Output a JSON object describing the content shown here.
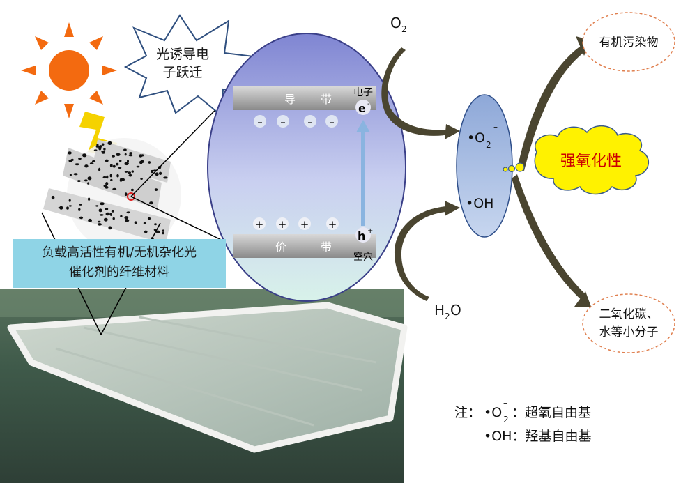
{
  "burst_label": [
    "光诱导电",
    "子跃迁"
  ],
  "conduction_band": [
    "导",
    "带"
  ],
  "valence_band": [
    "价",
    "带"
  ],
  "electron_label": "电子",
  "electron_symbol": "e",
  "electron_sup": "-",
  "hole_label": "空穴",
  "hole_symbol": "h",
  "hole_sup": "+",
  "electron_charges": [
    "–",
    "–",
    "–",
    "–"
  ],
  "hole_charges": [
    "+",
    "+",
    "+",
    "+"
  ],
  "oxygen": {
    "base": "O",
    "sub": "2"
  },
  "water": {
    "base": "H",
    "sub": "2",
    "tail": "O"
  },
  "superoxide": {
    "dot": "•",
    "base": "O",
    "sub": "2",
    "sup": "–"
  },
  "hydroxyl": "•OH",
  "strong_oxidation": "强氧化性",
  "organic_pollutant": "有机污染物",
  "small_molecules": [
    "二氧化碳、",
    "水等小分子"
  ],
  "fiber_label": [
    "负载高活性有机/无机杂化光",
    "催化剂的纤维材料"
  ],
  "note": {
    "prefix": "注：",
    "line1_dot": "•O",
    "line1_sub": "2",
    "line1_sup": "–",
    "line1_text": "：超氧自由基",
    "line2": "•OH：羟基自由基"
  },
  "colors": {
    "sun": "#f36a10",
    "lightning": "#f5d200",
    "cloud": "#fff200",
    "strong_text": "#cc0000",
    "ellipse_top": "#8a8fd6",
    "ellipse_bottom": "#d9f0ee",
    "arrow": "#4a4530",
    "dashed_circle": "#e08050",
    "fiber_box": "#8fd4e6"
  }
}
